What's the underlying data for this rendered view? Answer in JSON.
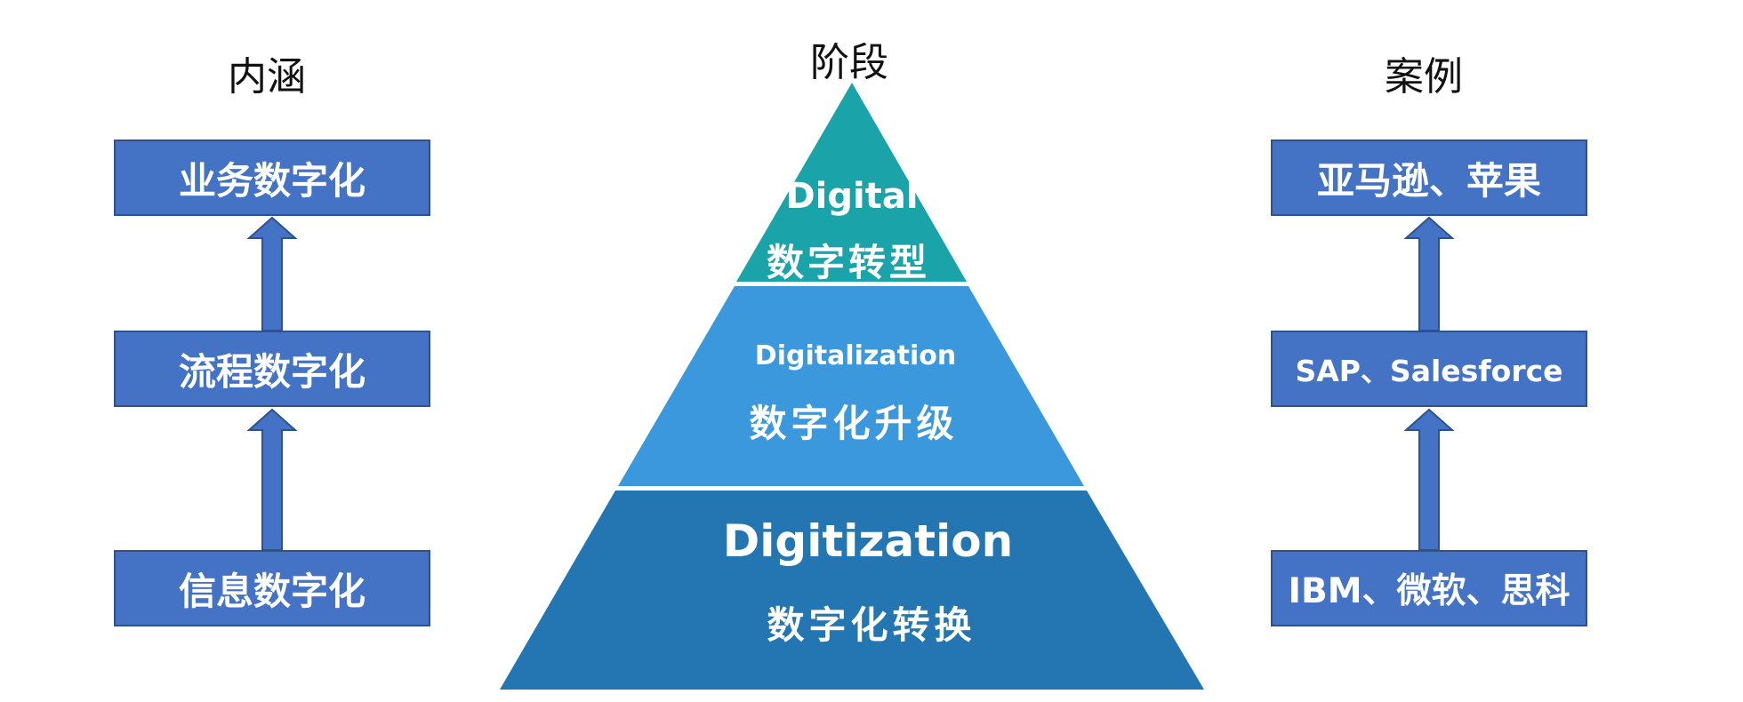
{
  "headings": {
    "left": "内涵",
    "center": "阶段",
    "right": "案例"
  },
  "left_boxes": {
    "top": "业务数字化",
    "middle": "流程数字化",
    "bottom": "信息数字化"
  },
  "right_boxes": {
    "top": "亚马逊、苹果",
    "middle": "SAP、Salesforce",
    "bottom": "IBM、微软、思科"
  },
  "pyramid": {
    "top": {
      "en": "Digital",
      "zh": "数字转型"
    },
    "middle": {
      "en": "Digitalization",
      "zh": "数字化升级"
    },
    "bottom": {
      "en": "Digitization",
      "zh": "数字化转换"
    }
  },
  "colors": {
    "box_fill": "#4472c4",
    "box_border": "#2f528f",
    "pyramid_top": "#1aa3a8",
    "pyramid_middle": "#3b98dc",
    "pyramid_bottom": "#2376b1"
  }
}
